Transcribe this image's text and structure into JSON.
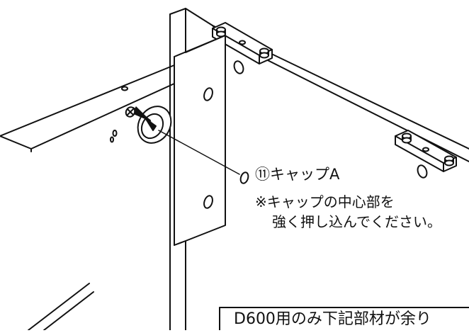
{
  "callout": {
    "part_label": "⑪キャップA",
    "note_line1": "※キャップの中心部を",
    "note_line2": "強く押し込んでください。"
  },
  "notice_box": {
    "text": "D600用のみ下記部材が余り"
  },
  "colors": {
    "line": "#111111",
    "background": "#ffffff"
  }
}
